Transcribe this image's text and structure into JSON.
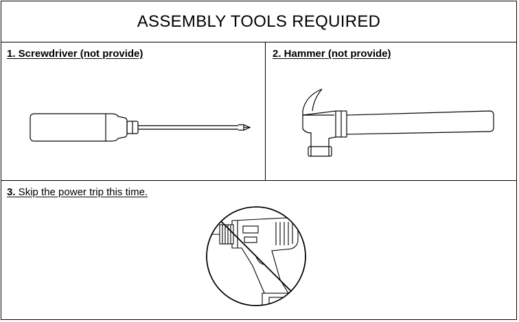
{
  "title": "ASSEMBLY TOOLS REQUIRED",
  "tools": [
    {
      "label": "1. Screwdriver (not provide)",
      "icon": "screwdriver-icon"
    },
    {
      "label": "2. Hammer (not provide)",
      "icon": "hammer-icon"
    }
  ],
  "note": {
    "number": "3.",
    "text": " Skip the power trip this time.",
    "icon": "no-power-drill-icon"
  }
}
